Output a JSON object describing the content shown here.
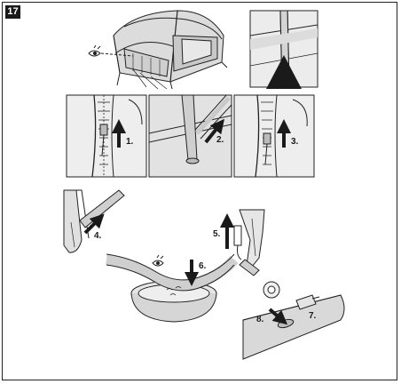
{
  "step": "17",
  "labels": {
    "s1": "1.",
    "s2": "2.",
    "s3": "3.",
    "s4": "4.",
    "s5": "5.",
    "s6": "6.",
    "s7": "7.",
    "s8": "8."
  },
  "colors": {
    "stroke": "#222222",
    "tent_fill": "#d8d8d8",
    "panel_fill": "#e9e9e9",
    "arrow": "#1a1a1a"
  }
}
